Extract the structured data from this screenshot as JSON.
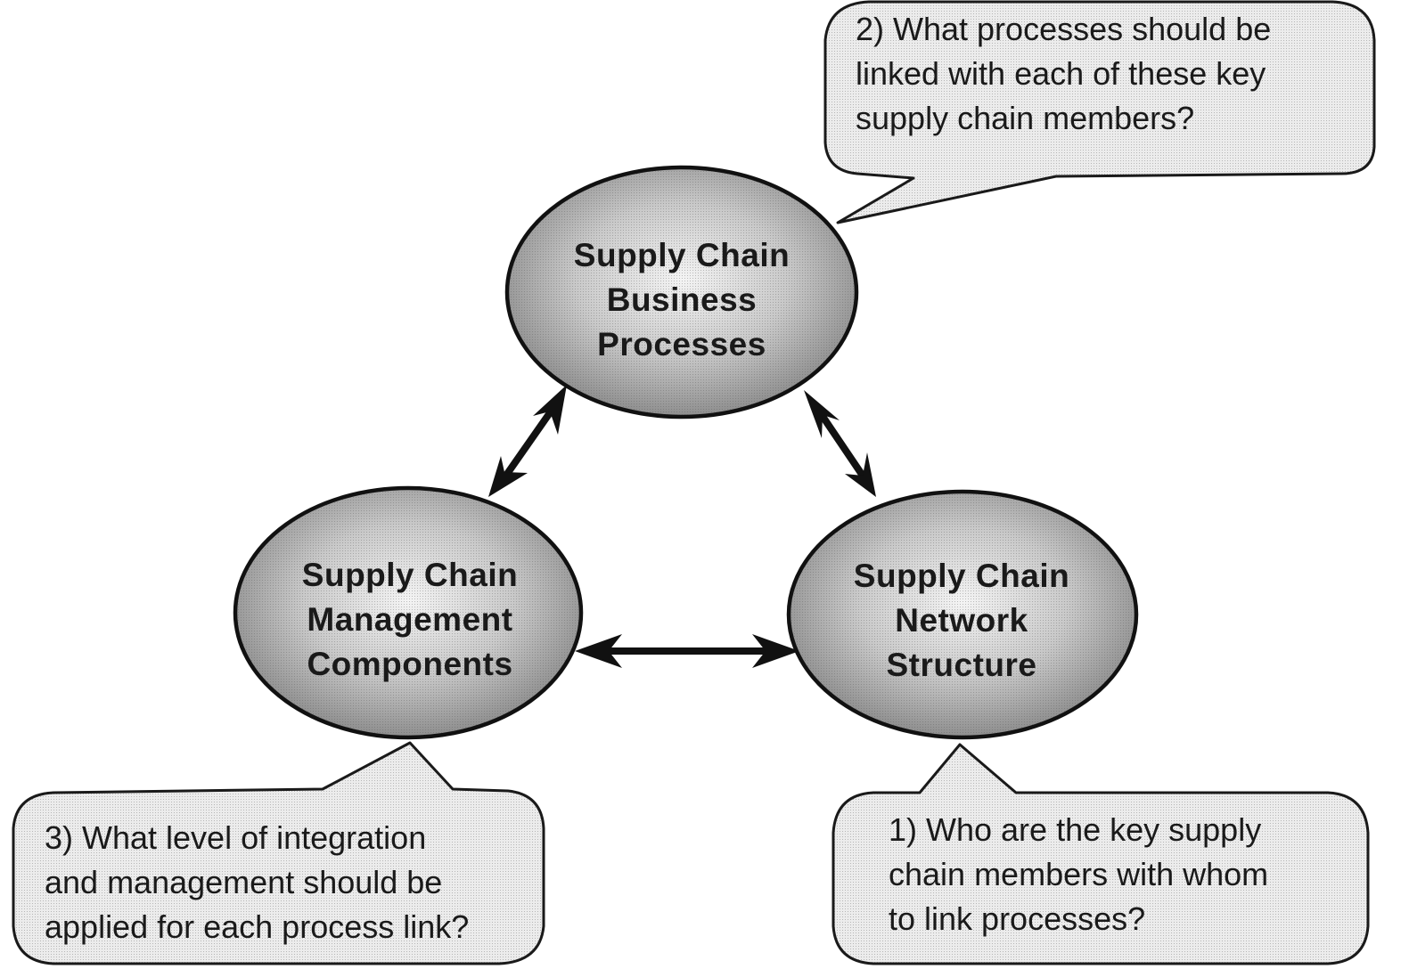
{
  "diagram": {
    "nodes": {
      "business_processes": [
        "Supply Chain",
        "Business",
        "Processes"
      ],
      "management_components": [
        "Supply Chain",
        "Management",
        "Components"
      ],
      "network_structure": [
        "Supply Chain",
        "Network",
        "Structure"
      ]
    },
    "callouts": {
      "q2": [
        "2) What processes should be",
        "linked with each of these key",
        "supply chain members?"
      ],
      "q3": [
        "3) What level of integration",
        "and management should be",
        "applied for each process link?"
      ],
      "q1": [
        "1) Who are the key supply",
        "chain members with whom",
        "to link processes?"
      ]
    },
    "colors": {
      "ellipse_center": "#f2f2f2",
      "ellipse_edge": "#9a9a9a",
      "outline": "#111111",
      "bubble_fill": "#e6e6e6"
    }
  }
}
